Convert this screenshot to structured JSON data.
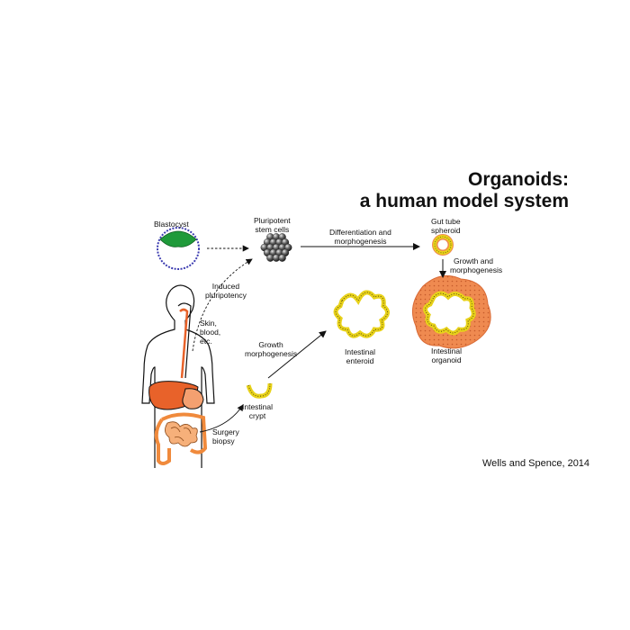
{
  "title": {
    "line1": "Organoids:",
    "line2": "a human model system"
  },
  "labels": {
    "blastocyst": "Blastocyst",
    "pluripotent": [
      "Pluripotent",
      "stem cells"
    ],
    "differentiation": [
      "Differentiation and",
      "morphogenesis"
    ],
    "gut_tube": [
      "Gut tube",
      "spheroid"
    ],
    "growth_right": [
      "Growth and",
      "morphogenesis"
    ],
    "induced": [
      "Induced",
      "pluripotency"
    ],
    "skin": [
      "Skin,",
      "blood,",
      "etc."
    ],
    "growth_mid": [
      "Growth",
      "morphogenesis"
    ],
    "enteroid": [
      "Intestinal",
      "enteroid"
    ],
    "organoid": [
      "Intestinal",
      "organoid"
    ],
    "crypt": [
      "Intestinal",
      "crypt"
    ],
    "surgery": [
      "Surgery",
      "biopsy"
    ]
  },
  "credit": "Wells and Spence, 2014",
  "colors": {
    "blastocyst_ring": "#3b3bb0",
    "inner_cell_mass": "#1f9a3a",
    "epithelium": "#e8d21a",
    "mesenchyme": "#ef8a50",
    "liver": "#e8622a",
    "intestine": "#f08a3c",
    "stem_cells": "#555555"
  }
}
